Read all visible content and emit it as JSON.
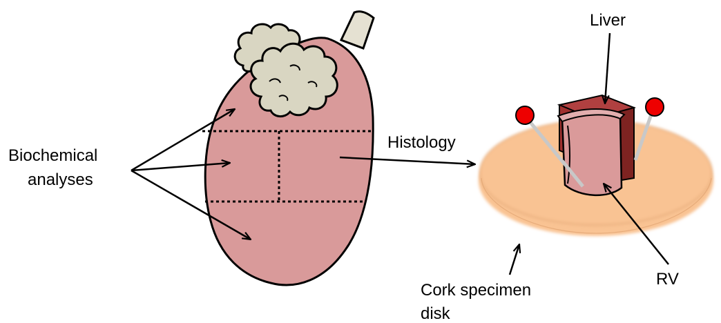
{
  "labels": {
    "biochemical_line1": "Biochemical",
    "biochemical_line2": "analyses",
    "histology": "Histology",
    "liver": "Liver",
    "rv": "RV",
    "cork_line1": "Cork specimen",
    "cork_line2": "disk"
  },
  "colors": {
    "liver_lobe": "#D99A9A",
    "fat": "#D9D6C2",
    "vessel": "#E5E1D2",
    "cork_disk": "#F9C393",
    "liver_block": "#A0312F",
    "rv_tissue": "#DA9A9A",
    "pin_head": "#EE0000",
    "pin_shaft": "#C8C8C8"
  },
  "icons": [
    "liver-lobe-illustration",
    "cork-disk-illustration",
    "pin-icon"
  ]
}
